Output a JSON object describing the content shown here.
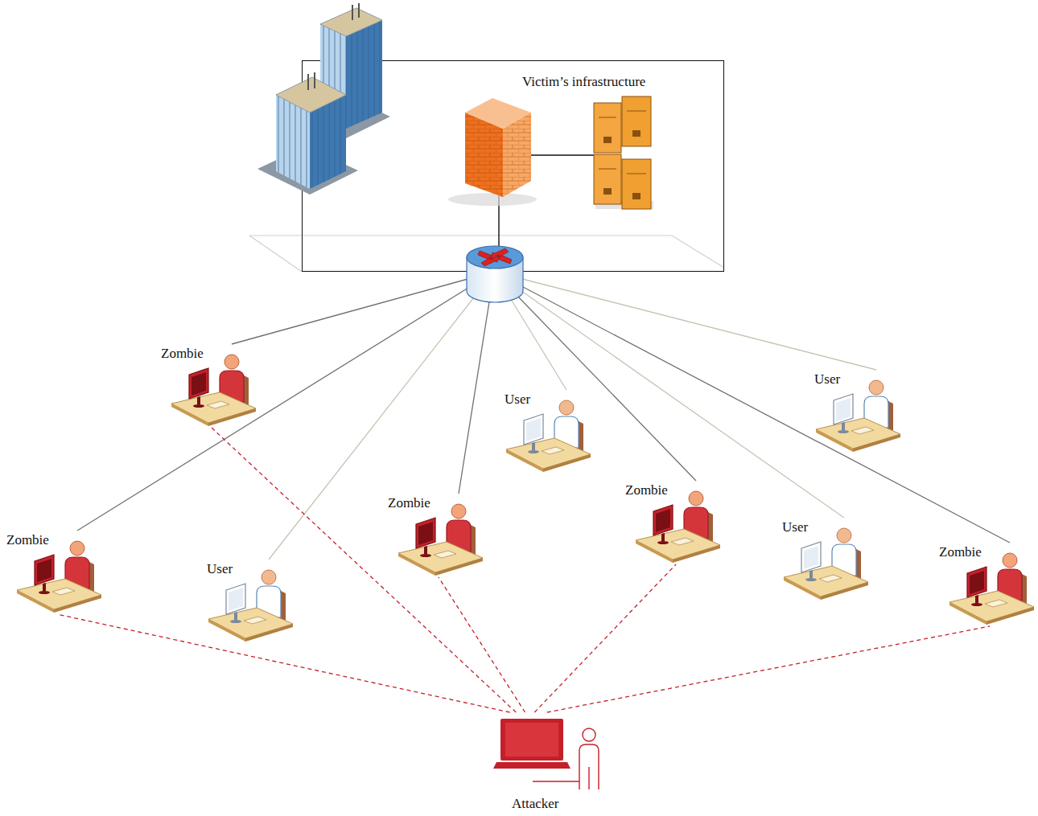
{
  "diagram": {
    "nodes": [
      {
        "text": [
          "Victim’s infrastructure"
        ]
      },
      {
        "text": [
          "Zombie"
        ]
      },
      {
        "text": [
          "User"
        ]
      },
      {
        "text": [
          "User"
        ]
      },
      {
        "text": [
          "Zombie"
        ]
      },
      {
        "text": [
          "Zombie"
        ]
      },
      {
        "text": [
          "User"
        ]
      },
      {
        "text": [
          "Zombie"
        ]
      },
      {
        "text": [
          "Zombie"
        ]
      },
      {
        "text": [
          "User"
        ]
      },
      {
        "text": [
          "Attacker"
        ]
      }
    ],
    "edges": [
      {
        "from": 0,
        "to": 1,
        "arrow": "none"
      },
      {
        "from": 0,
        "to": 2,
        "arrow": "none"
      },
      {
        "from": 0,
        "to": 3,
        "arrow": "none"
      },
      {
        "from": 0,
        "to": 4,
        "arrow": "none"
      },
      {
        "from": 0,
        "to": 5,
        "arrow": "none"
      },
      {
        "from": 0,
        "to": 6,
        "arrow": "none"
      },
      {
        "from": 0,
        "to": 7,
        "arrow": "none"
      },
      {
        "from": 0,
        "to": 8,
        "arrow": "none"
      },
      {
        "from": 0,
        "to": 9,
        "arrow": "none"
      },
      {
        "from": 10,
        "to": 1,
        "arrow": "none"
      },
      {
        "from": 10,
        "to": 4,
        "arrow": "none"
      },
      {
        "from": 10,
        "to": 5,
        "arrow": "none"
      },
      {
        "from": 10,
        "to": 7,
        "arrow": "none"
      },
      {
        "from": 10,
        "to": 8,
        "arrow": "none"
      }
    ]
  }
}
